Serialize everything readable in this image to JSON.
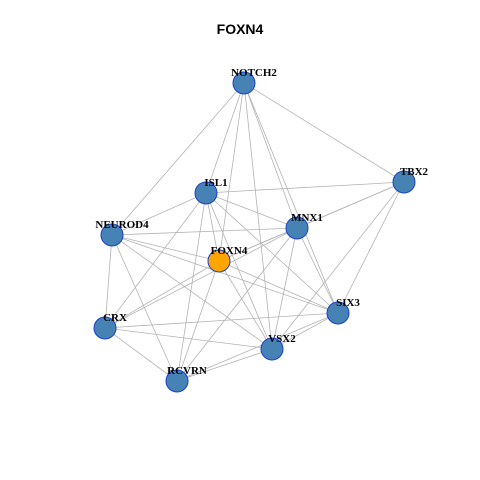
{
  "title": "FOXN4",
  "colors": {
    "node_default": "#4682B4",
    "node_border": "#1C3FCF",
    "node_focus": "#FFA500",
    "edge": "#B3B3B3",
    "background": "#FFFFFF"
  },
  "nodes": [
    {
      "id": "NOTCH2",
      "label": "NOTCH2",
      "focus": false
    },
    {
      "id": "TBX2",
      "label": "TBX2",
      "focus": false
    },
    {
      "id": "ISL1",
      "label": "ISL1",
      "focus": false
    },
    {
      "id": "MNX1",
      "label": "MNX1",
      "focus": false
    },
    {
      "id": "NEUROD4",
      "label": "NEUROD4",
      "focus": false
    },
    {
      "id": "FOXN4",
      "label": "FOXN4",
      "focus": true
    },
    {
      "id": "SIX3",
      "label": "SIX3",
      "focus": false
    },
    {
      "id": "CRX",
      "label": "CRX",
      "focus": false
    },
    {
      "id": "VSX2",
      "label": "VSX2",
      "focus": false
    },
    {
      "id": "RCVRN",
      "label": "RCVRN",
      "focus": false
    }
  ],
  "edges": [
    [
      "NOTCH2",
      "TBX2"
    ],
    [
      "NOTCH2",
      "ISL1"
    ],
    [
      "NOTCH2",
      "MNX1"
    ],
    [
      "NOTCH2",
      "NEUROD4"
    ],
    [
      "NOTCH2",
      "FOXN4"
    ],
    [
      "NOTCH2",
      "SIX3"
    ],
    [
      "NOTCH2",
      "VSX2"
    ],
    [
      "TBX2",
      "ISL1"
    ],
    [
      "TBX2",
      "MNX1"
    ],
    [
      "TBX2",
      "FOXN4"
    ],
    [
      "TBX2",
      "SIX3"
    ],
    [
      "TBX2",
      "VSX2"
    ],
    [
      "ISL1",
      "NEUROD4"
    ],
    [
      "ISL1",
      "MNX1"
    ],
    [
      "ISL1",
      "FOXN4"
    ],
    [
      "ISL1",
      "SIX3"
    ],
    [
      "ISL1",
      "CRX"
    ],
    [
      "ISL1",
      "VSX2"
    ],
    [
      "ISL1",
      "RCVRN"
    ],
    [
      "MNX1",
      "NEUROD4"
    ],
    [
      "MNX1",
      "FOXN4"
    ],
    [
      "MNX1",
      "SIX3"
    ],
    [
      "MNX1",
      "CRX"
    ],
    [
      "MNX1",
      "VSX2"
    ],
    [
      "MNX1",
      "RCVRN"
    ],
    [
      "NEUROD4",
      "FOXN4"
    ],
    [
      "NEUROD4",
      "SIX3"
    ],
    [
      "NEUROD4",
      "CRX"
    ],
    [
      "NEUROD4",
      "VSX2"
    ],
    [
      "NEUROD4",
      "RCVRN"
    ],
    [
      "FOXN4",
      "SIX3"
    ],
    [
      "FOXN4",
      "CRX"
    ],
    [
      "FOXN4",
      "VSX2"
    ],
    [
      "FOXN4",
      "RCVRN"
    ],
    [
      "SIX3",
      "CRX"
    ],
    [
      "SIX3",
      "VSX2"
    ],
    [
      "SIX3",
      "RCVRN"
    ],
    [
      "CRX",
      "VSX2"
    ],
    [
      "CRX",
      "RCVRN"
    ],
    [
      "VSX2",
      "RCVRN"
    ]
  ]
}
